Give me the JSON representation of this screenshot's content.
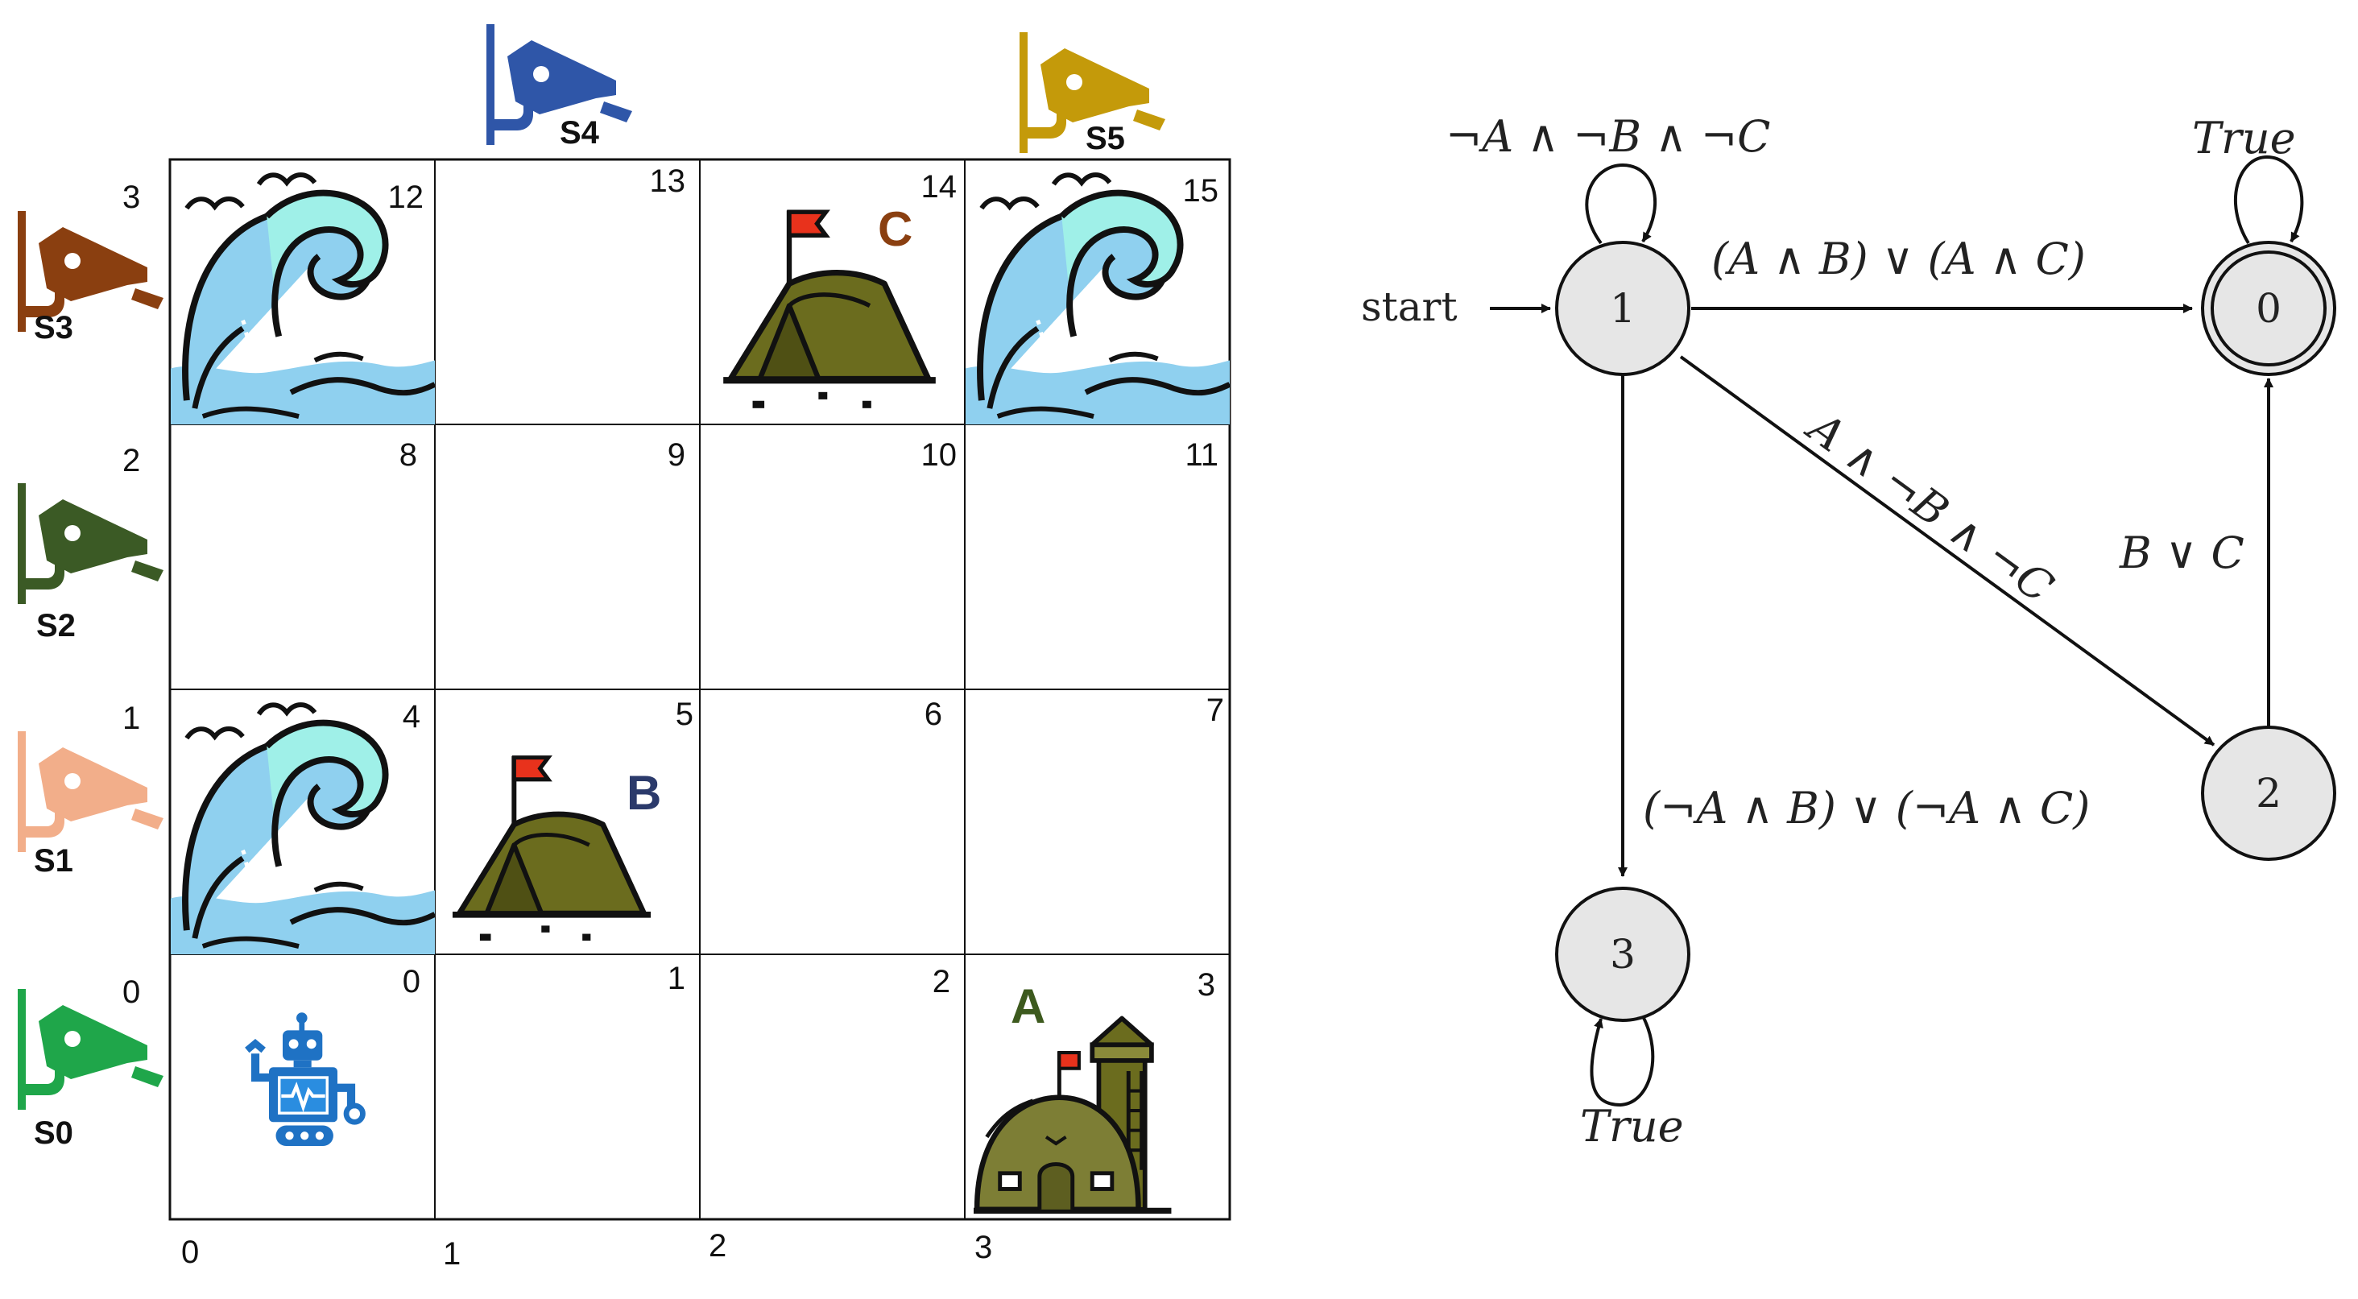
{
  "grid": {
    "cell_numbers": [
      "0",
      "1",
      "2",
      "3",
      "4",
      "5",
      "6",
      "7",
      "8",
      "9",
      "10",
      "11",
      "12",
      "13",
      "14",
      "15"
    ],
    "row_labels": [
      "0",
      "1",
      "2",
      "3"
    ],
    "col_labels": [
      "0",
      "1",
      "2",
      "3"
    ],
    "goal_letters": {
      "A": "A",
      "B": "B",
      "C": "C"
    },
    "letter_colors": {
      "A": "#3d5a1e",
      "B": "#2b3a6b",
      "C": "#8a3f10"
    }
  },
  "cameras": {
    "S0": {
      "label": "S0",
      "color": "#1fa64a"
    },
    "S1": {
      "label": "S1",
      "color": "#f2ae8a"
    },
    "S2": {
      "label": "S2",
      "color": "#3b5a25"
    },
    "S3": {
      "label": "S3",
      "color": "#8a3f10"
    },
    "S4": {
      "label": "S4",
      "color": "#2f56a8"
    },
    "S5": {
      "label": "S5",
      "color": "#c49a0a"
    }
  },
  "icons": {
    "wave": "wave-icon",
    "tent": "tent-icon",
    "robot": "robot-icon",
    "base": "base-icon",
    "camera": "camera-icon"
  },
  "automaton": {
    "start_label": "start",
    "states": {
      "s0": "0",
      "s1": "1",
      "s2": "2",
      "s3": "3"
    },
    "accepting_state": "0",
    "edges": {
      "self1": "¬A ∧ ¬B ∧ ¬C",
      "e1to0": "(A ∧ B) ∨ (A ∧ C)",
      "e1to2": "A ∧ ¬B ∧ ¬C",
      "e2to0": "B ∨ C",
      "e1to3": "(¬A ∧ B) ∨ (¬A ∧ C)",
      "self0": "True",
      "self3": "True"
    }
  }
}
